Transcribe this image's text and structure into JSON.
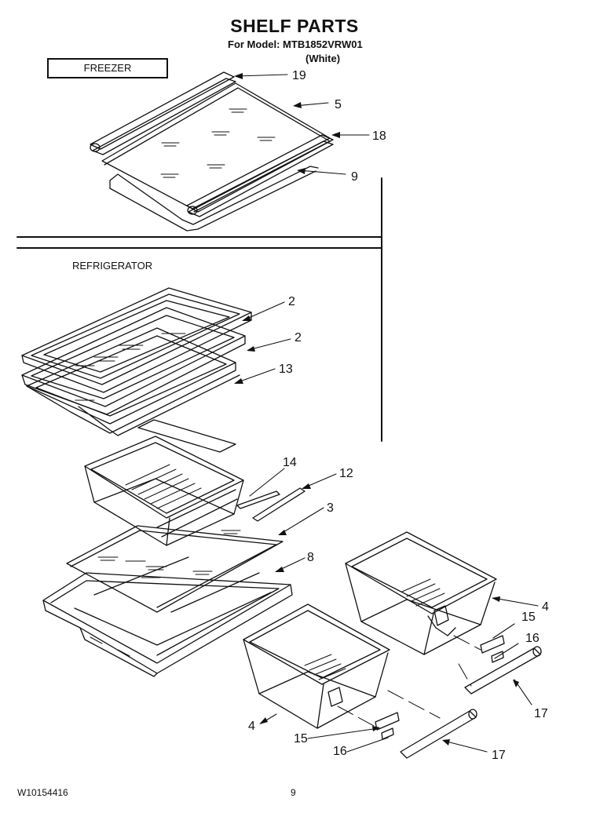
{
  "header": {
    "title": "SHELF PARTS",
    "model_line": "For Model: MTB1852VRW01",
    "color_line": "(White)"
  },
  "sections": {
    "freezer": "FREEZER",
    "refrigerator": "REFRIGERATOR"
  },
  "callouts": {
    "c19": "19",
    "c5": "5",
    "c18": "18",
    "c9": "9",
    "c2a": "2",
    "c2b": "2",
    "c13": "13",
    "c14": "14",
    "c12": "12",
    "c3": "3",
    "c8": "8",
    "c4a": "4",
    "c15a": "15",
    "c16a": "16",
    "c17a": "17",
    "c4b": "4",
    "c15b": "15",
    "c16b": "16",
    "c17b": "17"
  },
  "footer": {
    "doc_number": "W10154416",
    "page_number": "9"
  }
}
